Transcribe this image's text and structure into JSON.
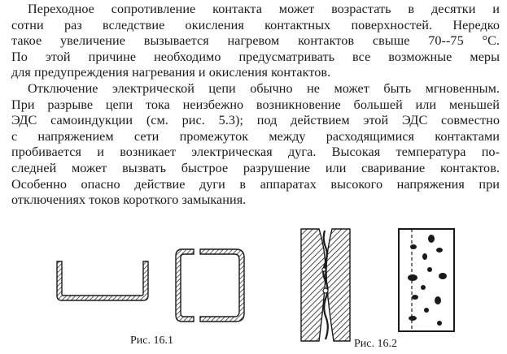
{
  "paragraph1": [
    "Переходное сопротивление контакта может возрастать в десятки и",
    "сотни раз вследствие окисления контактных поверхностей. Нередко",
    "такое увеличение вызывается нагревом контактов свыше 70--75 °С.",
    "По этой причине необходимо предусматривать все возможные меры",
    "для предупреждения нагревания и окисления контактов."
  ],
  "paragraph2": [
    "Отключение электрической цепи обычно не может быть мгновенным.",
    "При разрыве цепи тока неизбежно возникновение большей или меньшей",
    "ЭДС самоиндукции (см. рис. 5.3); под действием этой ЭДС совместно",
    "с напряжением сети промежуток между расходящимися контактами",
    "пробивается и возникает электрическая дуга. Высокая температура по-",
    "следней может вызвать быстрое разрушение или сваривание контактов.",
    "Особенно опасно действие дуги в аппаратах высокого напряжения при",
    "отключениях токов короткого замыкания."
  ],
  "figures": {
    "fig1_caption": "Рис. 16.1",
    "fig2_caption": "Рис. 16.2"
  }
}
